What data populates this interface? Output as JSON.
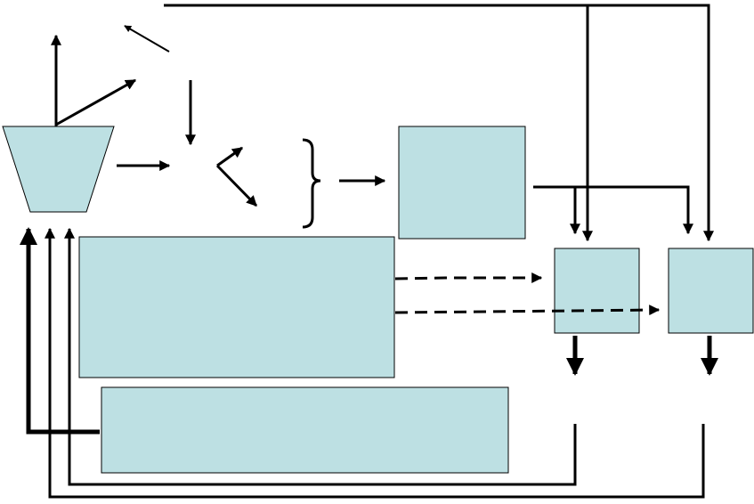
{
  "diagram": {
    "background": "#ffffff",
    "fill_color": "#bde0e3",
    "stroke_color": "#000000",
    "shapes": [
      {
        "name": "trapezoid-vessel",
        "kind": "trapezoid"
      },
      {
        "name": "box-upper-middle",
        "kind": "rectangle"
      },
      {
        "name": "box-large-left",
        "kind": "rectangle"
      },
      {
        "name": "box-bottom-wide",
        "kind": "rectangle"
      },
      {
        "name": "box-small-left",
        "kind": "rectangle"
      },
      {
        "name": "box-small-right",
        "kind": "rectangle"
      }
    ],
    "connectors": {
      "solid_arrows": 17,
      "dashed_arrows": 2,
      "brace": "right-curly-brace"
    }
  }
}
